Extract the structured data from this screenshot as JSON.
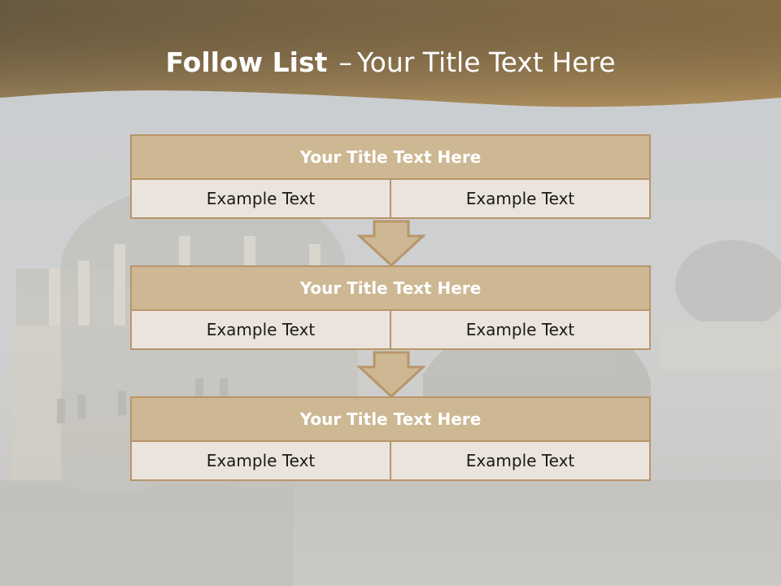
{
  "slide": {
    "title_bold": "Follow List",
    "title_dash": "–",
    "title_rest": "Your Title Text Here"
  },
  "steps": [
    {
      "title": "Your Title Text Here",
      "left": "Example Text",
      "right": "Example Text"
    },
    {
      "title": "Your Title Text Here",
      "left": "Example Text",
      "right": "Example Text"
    },
    {
      "title": "Your Title Text Here",
      "left": "Example Text",
      "right": "Example Text"
    }
  ],
  "colors": {
    "accent_brown": "#a98d5e",
    "header_fill": "#cdb893",
    "cell_fill": "#ebe4dc",
    "border": "#b8956a"
  }
}
